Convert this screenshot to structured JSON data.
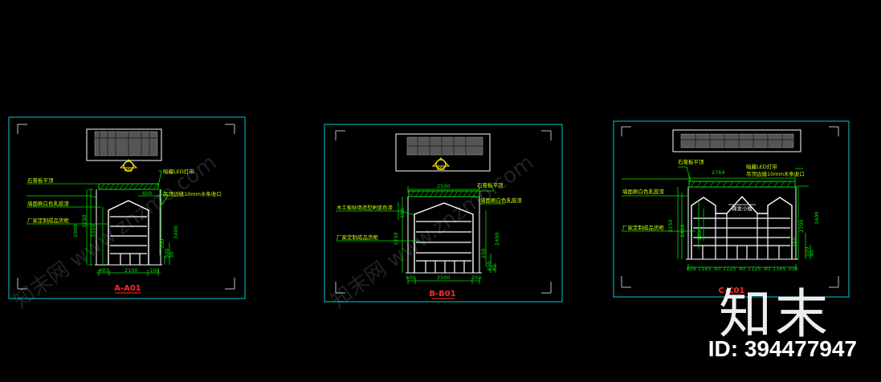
{
  "colors": {
    "frame": "#00c8d2",
    "line": "#ffffff",
    "dim": "#00e000",
    "label": "#c8ff00",
    "title": "#ff2a2a",
    "marker": "#ffe600",
    "background": "#000000"
  },
  "drawings": [
    {
      "title": "A-A01",
      "marker_text": "A01",
      "labels": [
        "石膏板平顶",
        "暗藏LED灯带",
        "吊顶边缝10mm木条收口",
        "墙面刷白色乳胶漆",
        "厂家定制成品货柜"
      ],
      "top_dim": "600",
      "bottom_dims": [
        "483",
        "2100",
        "100"
      ],
      "vertical_dims": [
        "2800",
        "3250",
        "3350",
        "3400",
        "350",
        "500",
        "30"
      ]
    },
    {
      "title": "B-B01",
      "marker_text": "B01",
      "labels": [
        "石膏板平顶",
        "墙面刷白色乳胶漆",
        "木工板贴墙造型刷蓝色漆",
        "厂家定制成品货柜"
      ],
      "top_dim": "2500",
      "bottom_dims": [
        "400",
        "2500",
        "350"
      ],
      "vertical_dims": [
        "100",
        "3250",
        "2400",
        "250",
        "450",
        "40"
      ]
    },
    {
      "title": "C-C01",
      "marker_text": "C01",
      "labels": [
        "石膏板平顶",
        "暗藏LED灯带",
        "吊顶边缝10mm木条收口",
        "墙面刷白色乳胶漆",
        "厂家定制成品货柜"
      ],
      "top_dim": "2764",
      "bottom_dims": [
        "109",
        "1165",
        "40",
        "1125",
        "40",
        "1125",
        "40",
        "1165",
        "100"
      ],
      "vertical_dims": [
        "3250",
        "2400",
        "1800",
        "2700",
        "3400",
        "350",
        "520",
        "40"
      ],
      "sign_text": "锦发小楼"
    }
  ],
  "watermark_text": "知末网 www.znzmo.com",
  "brand_text": "知末",
  "image_id": "ID: 394477947"
}
